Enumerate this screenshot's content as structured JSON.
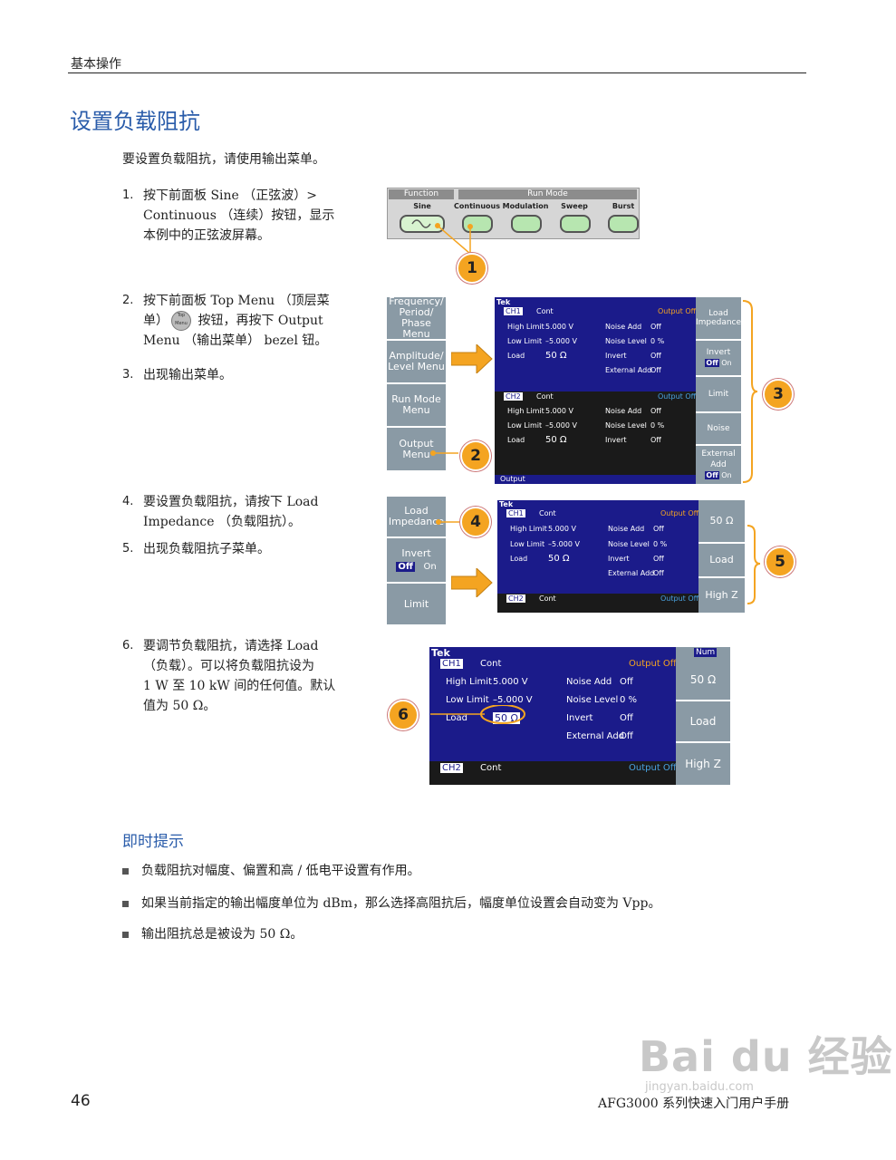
{
  "header": "基本操作",
  "title": "设置负载阻抗",
  "intro": "要设置负载阻抗，请使用输出菜单。",
  "steps": [
    {
      "n": "1.",
      "lines": [
        "按下前面板 Sine （正弦波）>",
        "Continuous （连续）按钮，显示",
        "本例中的正弦波屏幕。"
      ]
    },
    {
      "n": "2.",
      "lines": [
        "按下前面板 Top Menu （顶层菜",
        "单） 按钮，再按下 Output",
        "Menu （输出菜单） bezel 钮。"
      ]
    },
    {
      "n": "3.",
      "lines": [
        "出现输出菜单。"
      ]
    },
    {
      "n": "4.",
      "lines": [
        "要设置负载阻抗，请按下 Load",
        "Impedance （负载阻抗）。"
      ]
    },
    {
      "n": "5.",
      "lines": [
        "出现负载阻抗子菜单。"
      ]
    },
    {
      "n": "6.",
      "lines": [
        "要调节负载阻抗，请选择 Load",
        "（负载）。可以将负载阻抗设为",
        "1 W 至 10 kW 间的任何值。默认",
        "值为 50 Ω。"
      ]
    }
  ],
  "panel": {
    "function_label": "Function",
    "runmode_label": "Run Mode",
    "buttons": [
      "Sine",
      "Continuous",
      "Modulation",
      "Sweep",
      "Burst"
    ],
    "top_menu_button": "Top Menu"
  },
  "callouts": [
    "1",
    "2",
    "3",
    "4",
    "5",
    "6"
  ],
  "screen": {
    "brand": "Tek",
    "ch1": "CH1",
    "ch2": "CH2",
    "cont": "Cont",
    "output_off": "Output Off",
    "high_limit": "High Limit",
    "high_val": "5.000 V",
    "low_limit": "Low Limit",
    "low_val": "–5.000 V",
    "load": "Load",
    "load_val": "50 Ω",
    "noise_add": "Noise Add",
    "noise_level": "Noise Level",
    "invert": "Invert",
    "external_add": "External Add",
    "off": "Off",
    "pct": "0 %",
    "output_tab": "Output",
    "num": "Num"
  },
  "left_menu": [
    "Frequency/ Period/ Phase Menu",
    "Amplitude/ Level Menu",
    "Run Mode Menu",
    "Output Menu"
  ],
  "output_menu": [
    "Load Impedance",
    "Invert",
    "Limit",
    "Noise",
    "External Add"
  ],
  "toggle": {
    "off": "Off",
    "on": "On"
  },
  "load_menu": [
    "50 Ω",
    "Load",
    "High Z"
  ],
  "tips_title": "即时提示",
  "tips": [
    "负载阻抗对幅度、偏置和高 / 低电平设置有作用。",
    "如果当前指定的输出幅度单位为 dBm，那么选择高阻抗后，幅度单位设置会自动变为 Vpp。",
    "输出阻抗总是被设为 50 Ω。"
  ],
  "page_number": "46",
  "footer": "AFG3000 系列快速入门用户手册",
  "watermark": "Bai du 经验",
  "watermark_url": "jingyan.baidu.com",
  "colors": {
    "accent": "#2a5caa",
    "screen_bg": "#1b1b8a",
    "callout": "#f4a421",
    "button_green": "#b7e6b0"
  }
}
